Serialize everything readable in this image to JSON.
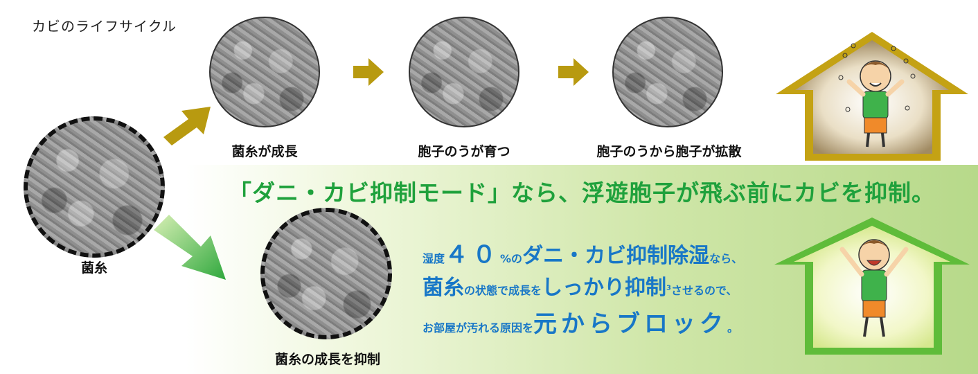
{
  "title": "カビのライフサイクル",
  "stages": [
    {
      "label": "菌糸が成長"
    },
    {
      "label": "胞子のうが育つ"
    },
    {
      "label": "胞子のうから胞子が拡散"
    }
  ],
  "origin": {
    "label": "菌糸"
  },
  "suppressed": {
    "label": "菌糸の成長を抑制"
  },
  "headline": "「ダニ・カビ抑制モード」なら、浮遊胞子が飛ぶ前にカビを抑制。",
  "message": {
    "line1": [
      {
        "text": "湿度",
        "size": "sm"
      },
      {
        "text": "４０",
        "size": "xl"
      },
      {
        "text": "%の",
        "size": "sm"
      },
      {
        "text": "ダニ・カビ抑制除湿",
        "size": "lg"
      },
      {
        "text": "なら、",
        "size": "sm"
      }
    ],
    "line2": [
      {
        "text": "菌糸",
        "size": "lg"
      },
      {
        "text": "の状態で成長を",
        "size": "sm"
      },
      {
        "text": "しっかり抑制",
        "size": "lg"
      },
      {
        "text": "3",
        "size": "note"
      },
      {
        "text": "させるので、",
        "size": "sm"
      }
    ],
    "line3": [
      {
        "text": "お部屋が汚れる原因を",
        "size": "sm"
      },
      {
        "text": "元からブロック",
        "size": "xl"
      },
      {
        "text": "。",
        "size": "sm"
      }
    ]
  },
  "colors": {
    "arrow_brown": "#b89a10",
    "house_gold": "#c4a214",
    "house_green": "#5fbc3a",
    "headline_green": "#1fa13c",
    "message_blue": "#1877c7"
  },
  "icons": [
    "arrow-right-icon",
    "arrow-diagonal-up-icon",
    "arrow-diagonal-down-icon",
    "house-icon",
    "child-sneezing-icon",
    "child-happy-icon"
  ]
}
